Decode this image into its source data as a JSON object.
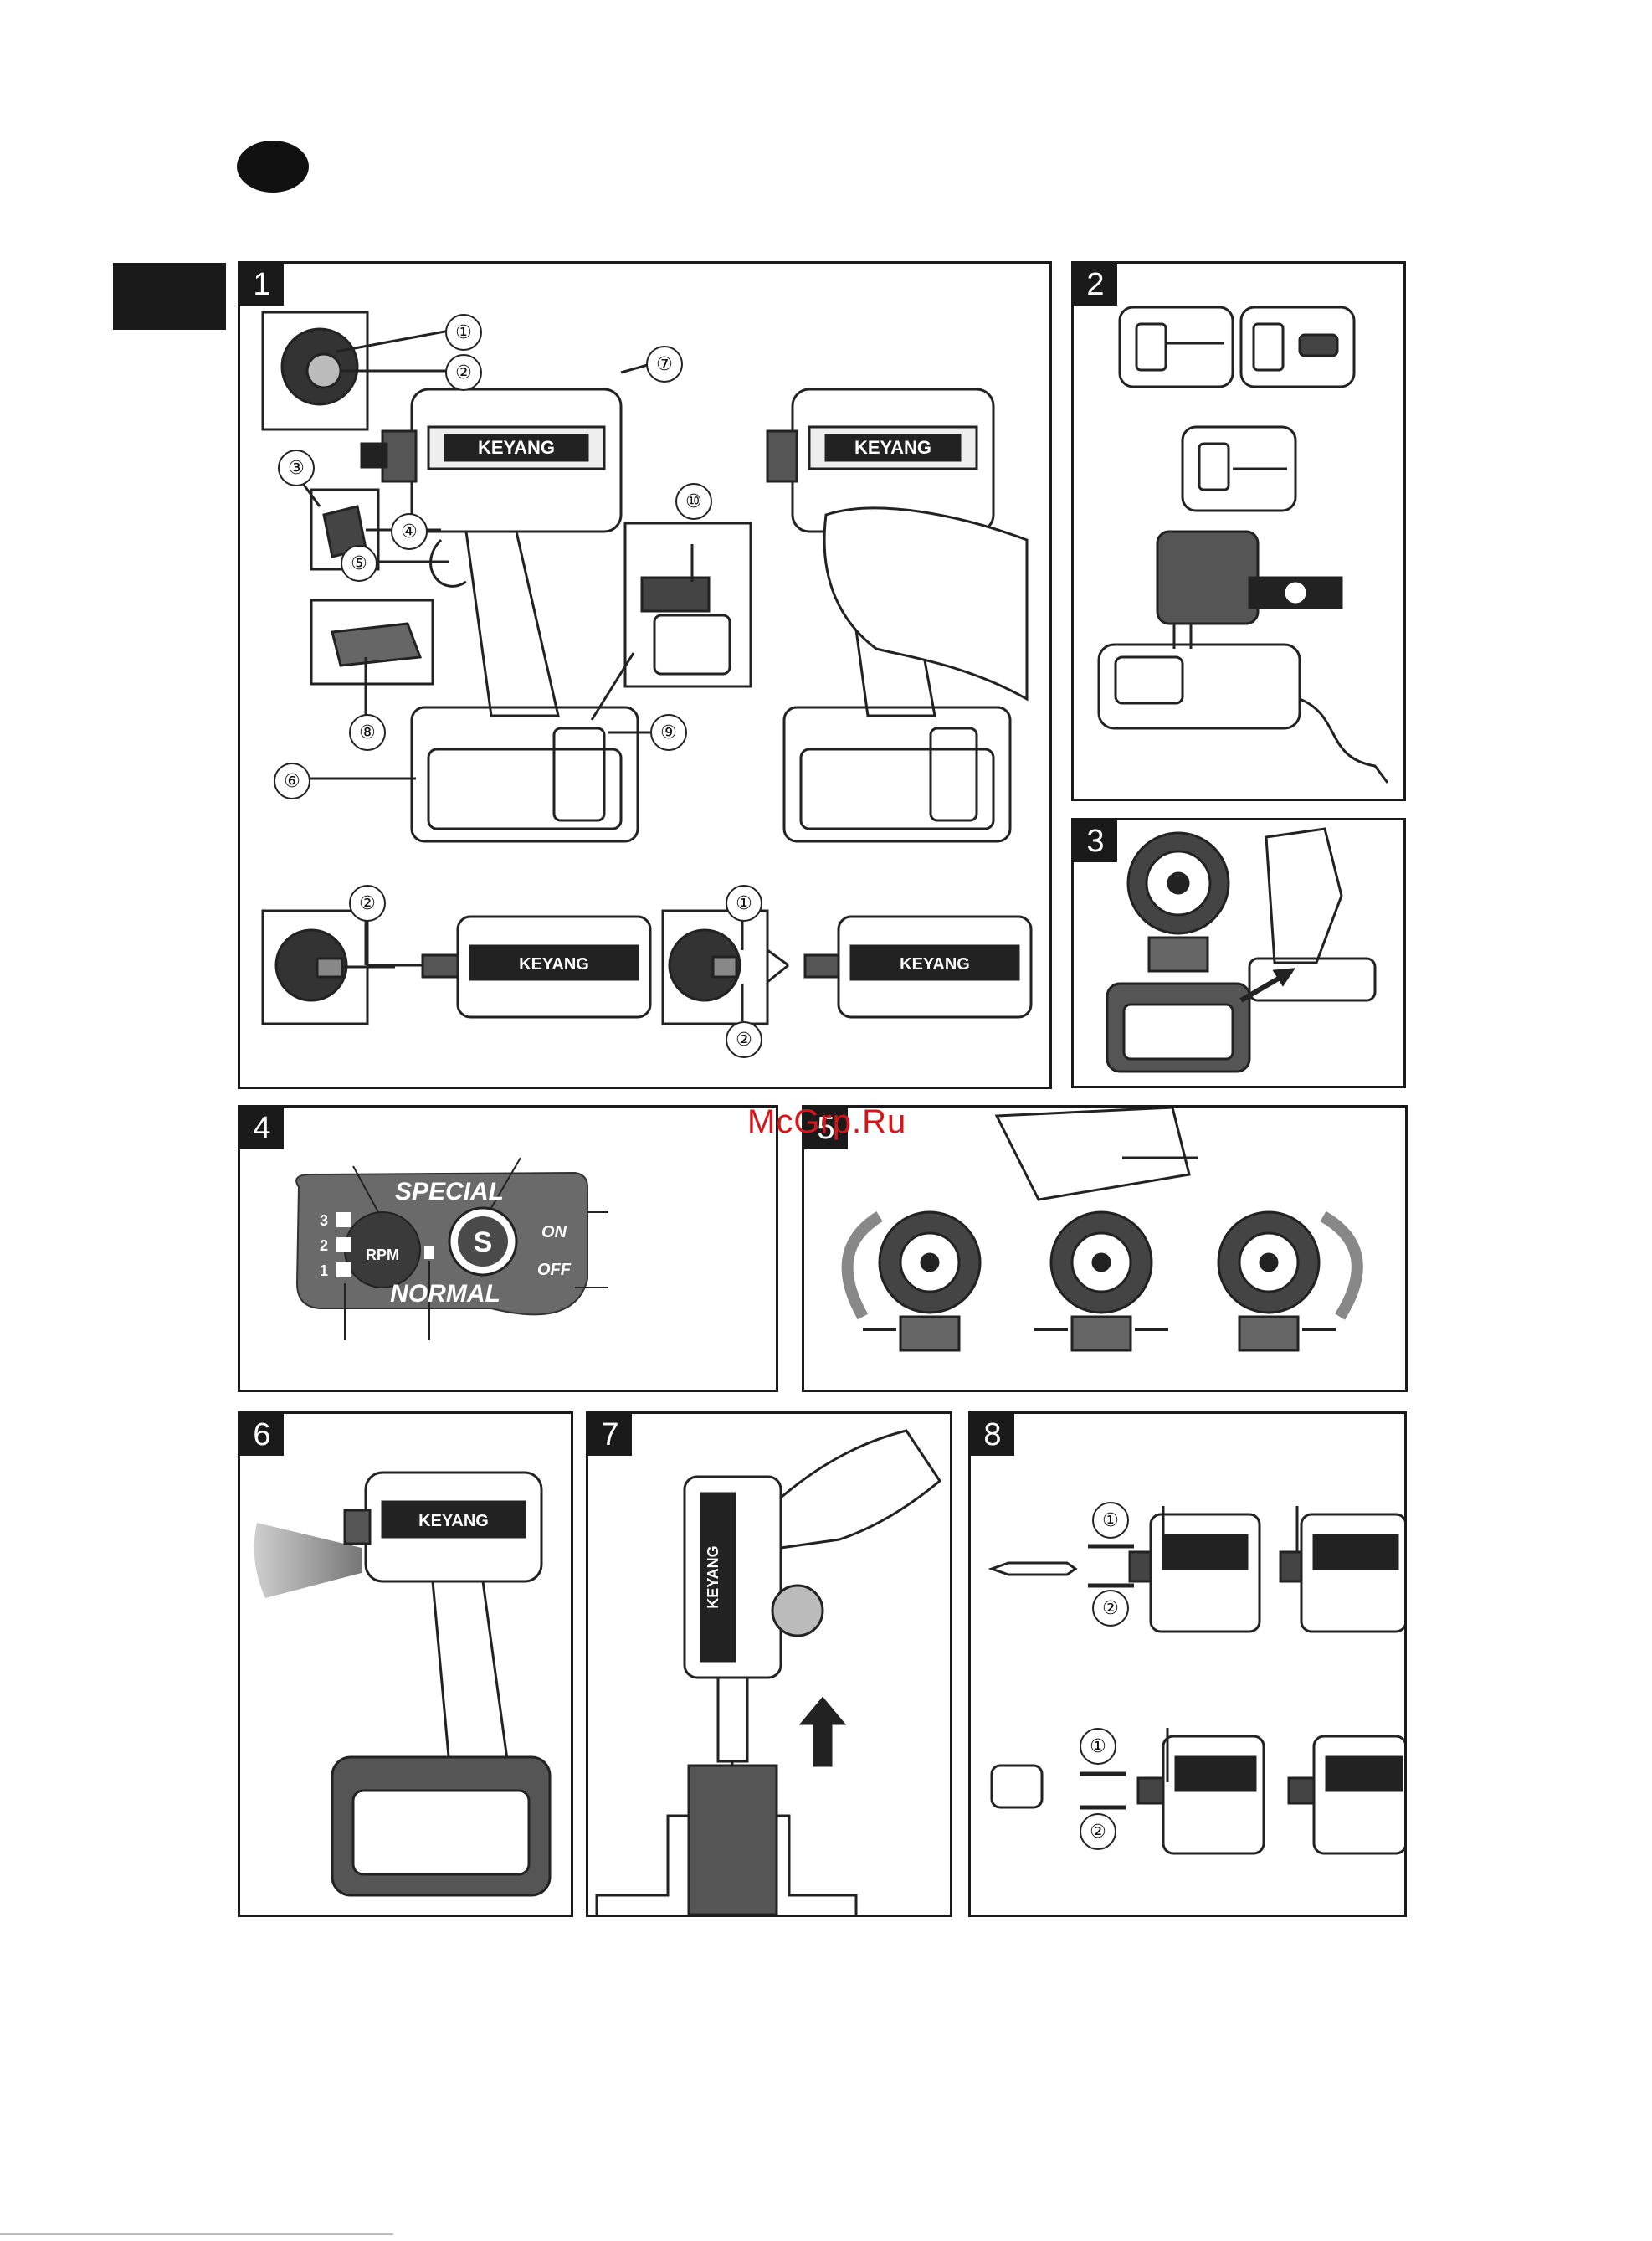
{
  "page": {
    "watermark": "McGrp.Ru",
    "brand": "KEYANG"
  },
  "panels": [
    {
      "number": "1"
    },
    {
      "number": "2"
    },
    {
      "number": "3"
    },
    {
      "number": "4"
    },
    {
      "number": "5"
    },
    {
      "number": "6"
    },
    {
      "number": "7"
    },
    {
      "number": "8"
    }
  ],
  "callouts": {
    "p1": [
      "①",
      "②",
      "⑦",
      "③",
      "④",
      "⑤",
      "⑩",
      "⑧",
      "⑨",
      "⑥",
      "②",
      "①",
      "②"
    ],
    "p8": [
      "①",
      "②",
      "①",
      "②"
    ]
  },
  "control_panel": {
    "top_label": "SPECIAL",
    "bottom_label": "NORMAL",
    "on_label": "ON",
    "off_label": "OFF",
    "rpm_label": "RPM",
    "s_label": "S",
    "levels": [
      "3",
      "2",
      "1"
    ]
  }
}
